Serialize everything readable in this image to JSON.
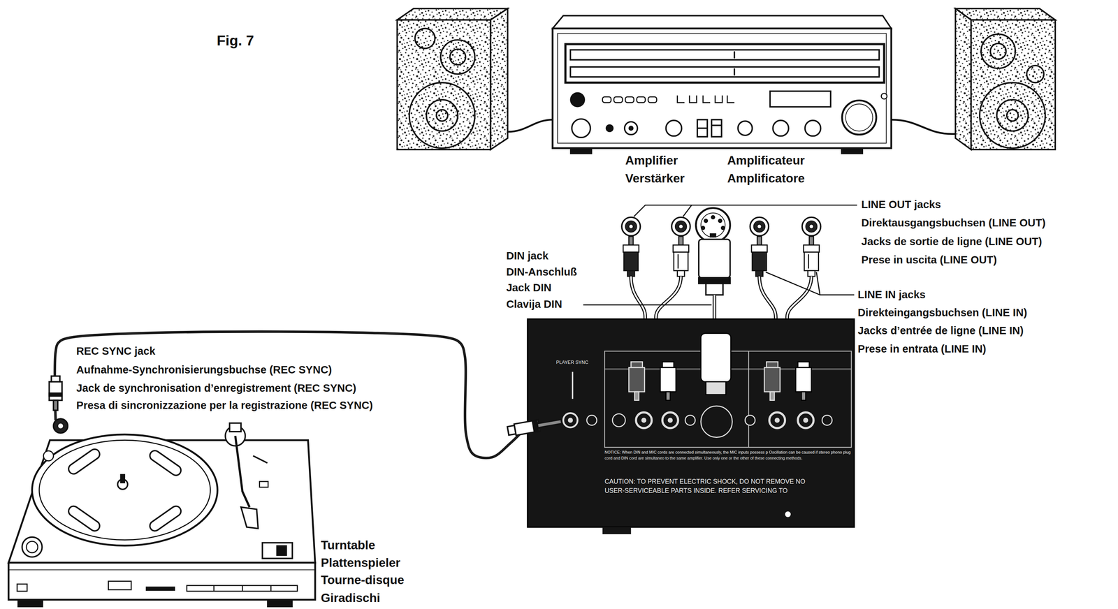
{
  "diagram": {
    "nodes": [
      {
        "text": [
          "Amplifier",
          "Verstärker",
          "Amplificateur",
          "Amplificatore"
        ]
      },
      {
        "text": [
          "PLAYER SYNC",
          "NOTICE: When DIN and MIC cords are connected simultaneously, the MIC inputs possess p Oscillation can be caused if stereo phono plug cord and DIN cord are simultaneo to the same amplifier. Use only one or the other of these connecting methods.",
          "CAUTION: TO PREVENT ELECTRIC SHOCK, DO NOT REMOVE NO USER-SERVICEABLE PARTS INSIDE. REFER SERVICING TO"
        ]
      },
      {
        "text": [
          "Turntable",
          "Plattenspieler",
          "Tourne-disque",
          "Giradischi"
        ]
      }
    ],
    "edges": [
      {
        "from": 2,
        "to": 1,
        "arrow": "none"
      }
    ],
    "labels": [
      "Fig. 7",
      "LINE OUT jacks",
      "Direktausgangsbuchsen (LINE OUT)",
      "Jacks de sortie de ligne (LINE OUT)",
      "Prese in uscita (LINE OUT)",
      "DIN jack",
      "DIN-Anschluß",
      "Jack DIN",
      "Clavija DIN",
      "LINE IN jacks",
      "Direkteingangsbuchsen (LINE IN)",
      "Jacks d’entrée de ligne (LINE IN)",
      "Prese in entrata (LINE IN)",
      "REC SYNC jack",
      "Aufnahme-Synchronisierungsbuchse (REC SYNC)",
      "Jack de synchronisation d’enregistrement (REC SYNC)",
      "Presa di sincronizzazione per la registrazione (REC SYNC)"
    ]
  }
}
